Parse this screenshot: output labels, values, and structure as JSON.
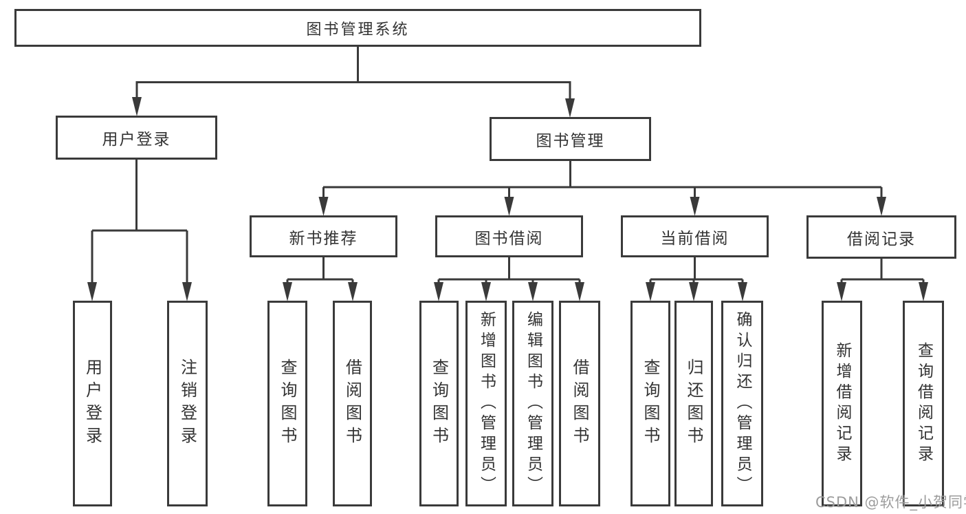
{
  "diagram": {
    "type": "hierarchy-tree",
    "root": {
      "label": "图书管理系统"
    },
    "branches": [
      {
        "label": "用户登录",
        "children": [
          {
            "label": "用户登录"
          },
          {
            "label": "注销登录"
          }
        ]
      },
      {
        "label": "图书管理",
        "sections": [
          {
            "label": "新书推荐",
            "children": [
              {
                "label": "查询图书"
              },
              {
                "label": "借阅图书"
              }
            ]
          },
          {
            "label": "图书借阅",
            "children": [
              {
                "label": "查询图书"
              },
              {
                "label": "新增图书（管理员）"
              },
              {
                "label": "编辑图书（管理员）"
              },
              {
                "label": "借阅图书"
              }
            ]
          },
          {
            "label": "当前借阅",
            "children": [
              {
                "label": "查询图书"
              },
              {
                "label": "归还图书"
              },
              {
                "label": "确认归还（管理员）"
              }
            ]
          },
          {
            "label": "借阅记录",
            "children": [
              {
                "label": "新增借阅记录"
              },
              {
                "label": "查询借阅记录"
              }
            ]
          }
        ]
      }
    ]
  },
  "watermark": {
    "text": "CSDN @软件_小贺同学"
  },
  "colors": {
    "line": "#3a3a3a",
    "box_border": "#3a3a3a",
    "text": "#333333",
    "background": "#ffffff",
    "watermark": "#9c9c9c"
  }
}
